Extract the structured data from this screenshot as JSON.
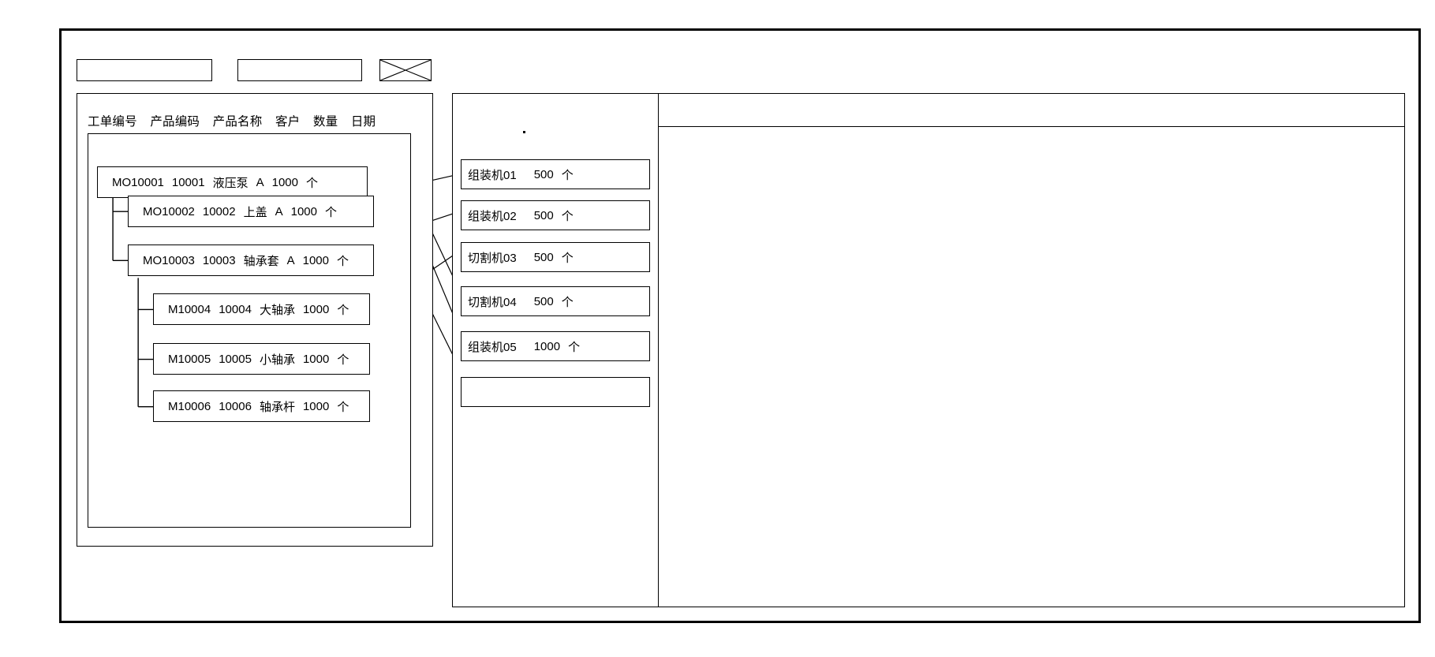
{
  "toolbar": {
    "button_1_label": "",
    "button_2_label": "",
    "close_icon_label": ""
  },
  "left_panel": {
    "columns": [
      "工单编号",
      "产品编码",
      "产品名称",
      "客户",
      "数量",
      "日期"
    ],
    "rows": [
      {
        "order_no": "MO10001",
        "product_code": "10001",
        "product_name": "液压泵",
        "customer": "A",
        "qty": "1000",
        "unit": "个",
        "level": 0
      },
      {
        "order_no": "MO10002",
        "product_code": "10002",
        "product_name": "上盖",
        "customer": "A",
        "qty": "1000",
        "unit": "个",
        "level": 1
      },
      {
        "order_no": "MO10003",
        "product_code": "10003",
        "product_name": "轴承套",
        "customer": "A",
        "qty": "1000",
        "unit": "个",
        "level": 1
      },
      {
        "order_no": "M10004",
        "product_code": "10004",
        "product_name": "大轴承",
        "customer": "",
        "qty": "1000",
        "unit": "个",
        "level": 2
      },
      {
        "order_no": "M10005",
        "product_code": "10005",
        "product_name": "小轴承",
        "customer": "",
        "qty": "1000",
        "unit": "个",
        "level": 2
      },
      {
        "order_no": "M10006",
        "product_code": "10006",
        "product_name": "轴承杆",
        "customer": "",
        "qty": "1000",
        "unit": "个",
        "level": 2
      }
    ]
  },
  "middle_panel": {
    "machines": [
      {
        "name": "组装机01",
        "qty": "500",
        "unit": "个"
      },
      {
        "name": "组装机02",
        "qty": "500",
        "unit": "个"
      },
      {
        "name": "切割机03",
        "qty": "500",
        "unit": "个"
      },
      {
        "name": "切割机04",
        "qty": "500",
        "unit": "个"
      },
      {
        "name": "组装机05",
        "qty": "1000",
        "unit": "个"
      },
      {
        "name": "",
        "qty": "",
        "unit": ""
      }
    ]
  },
  "right_panel": {
    "header_text": "",
    "body_text": ""
  },
  "colors": {
    "stroke": "#000000",
    "background": "#ffffff",
    "text": "#000000"
  }
}
